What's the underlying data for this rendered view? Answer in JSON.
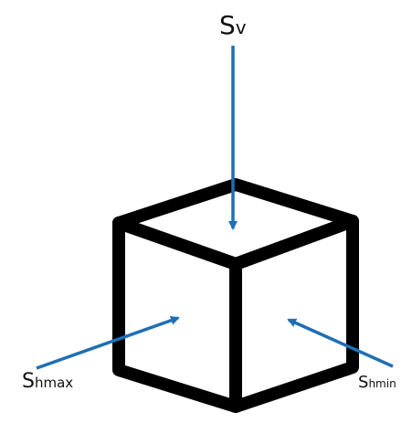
{
  "diagram": {
    "labels": {
      "vertical": {
        "main": "S",
        "sub": "v"
      },
      "hmax": {
        "main": "S",
        "sub": "hmax"
      },
      "hmin": {
        "main": "S",
        "sub": "hmin"
      }
    },
    "colors": {
      "arrow": "#1f6fb5",
      "cube": "#000000",
      "background": "#ffffff"
    }
  }
}
